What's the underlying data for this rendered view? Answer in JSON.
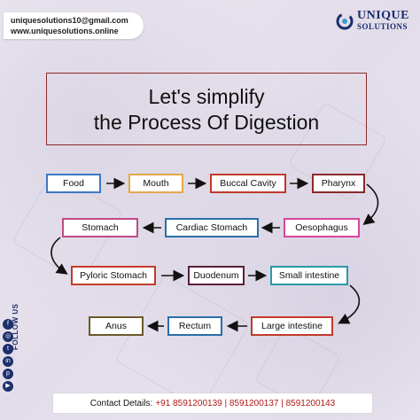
{
  "header": {
    "email": "uniquesolutions10@gmail.com",
    "website": "www.uniquesolutions.online"
  },
  "logo": {
    "line1": "UNIQUE",
    "line2": "SOLUTIONS"
  },
  "title": {
    "line1": "Let's simplify",
    "line2": "the Process Of Digestion"
  },
  "flow": {
    "nodes": [
      {
        "id": "food",
        "label": "Food",
        "color": "#3a78c2"
      },
      {
        "id": "mouth",
        "label": "Mouth",
        "color": "#e4a84a"
      },
      {
        "id": "buccal-cavity",
        "label": "Buccal Cavity",
        "color": "#c23a2a"
      },
      {
        "id": "pharynx",
        "label": "Pharynx",
        "color": "#8a2a2a"
      },
      {
        "id": "oesophagus",
        "label": "Oesophagus",
        "color": "#d9469a"
      },
      {
        "id": "cardiac-stomach",
        "label": "Cardiac Stomach",
        "color": "#2a6fa6"
      },
      {
        "id": "stomach",
        "label": "Stomach",
        "color": "#c04a86"
      },
      {
        "id": "pyloric-stomach",
        "label": "Pyloric Stomach",
        "color": "#c23a2a"
      },
      {
        "id": "duodenum",
        "label": "Duodenum",
        "color": "#5a1f3a"
      },
      {
        "id": "small-intestine",
        "label": "Small intestine",
        "color": "#2a9aa6"
      },
      {
        "id": "large-intestine",
        "label": "Large intestine",
        "color": "#c23a2a"
      },
      {
        "id": "rectum",
        "label": "Rectum",
        "color": "#2a6fa6"
      },
      {
        "id": "anus",
        "label": "Anus",
        "color": "#6a5a2a"
      }
    ]
  },
  "social": {
    "label": "FOLLOW US",
    "icons": [
      "facebook-icon",
      "instagram-icon",
      "twitter-icon",
      "linkedin-icon",
      "pinterest-icon",
      "youtube-icon"
    ]
  },
  "footer": {
    "label": "Contact Details:",
    "phones": "+91 8591200139 | 8591200137 | 8591200143"
  },
  "colors": {
    "brand_navy": "#1d2f6c",
    "accent_red": "#b01818",
    "title_frame": "#8a2a2a"
  }
}
